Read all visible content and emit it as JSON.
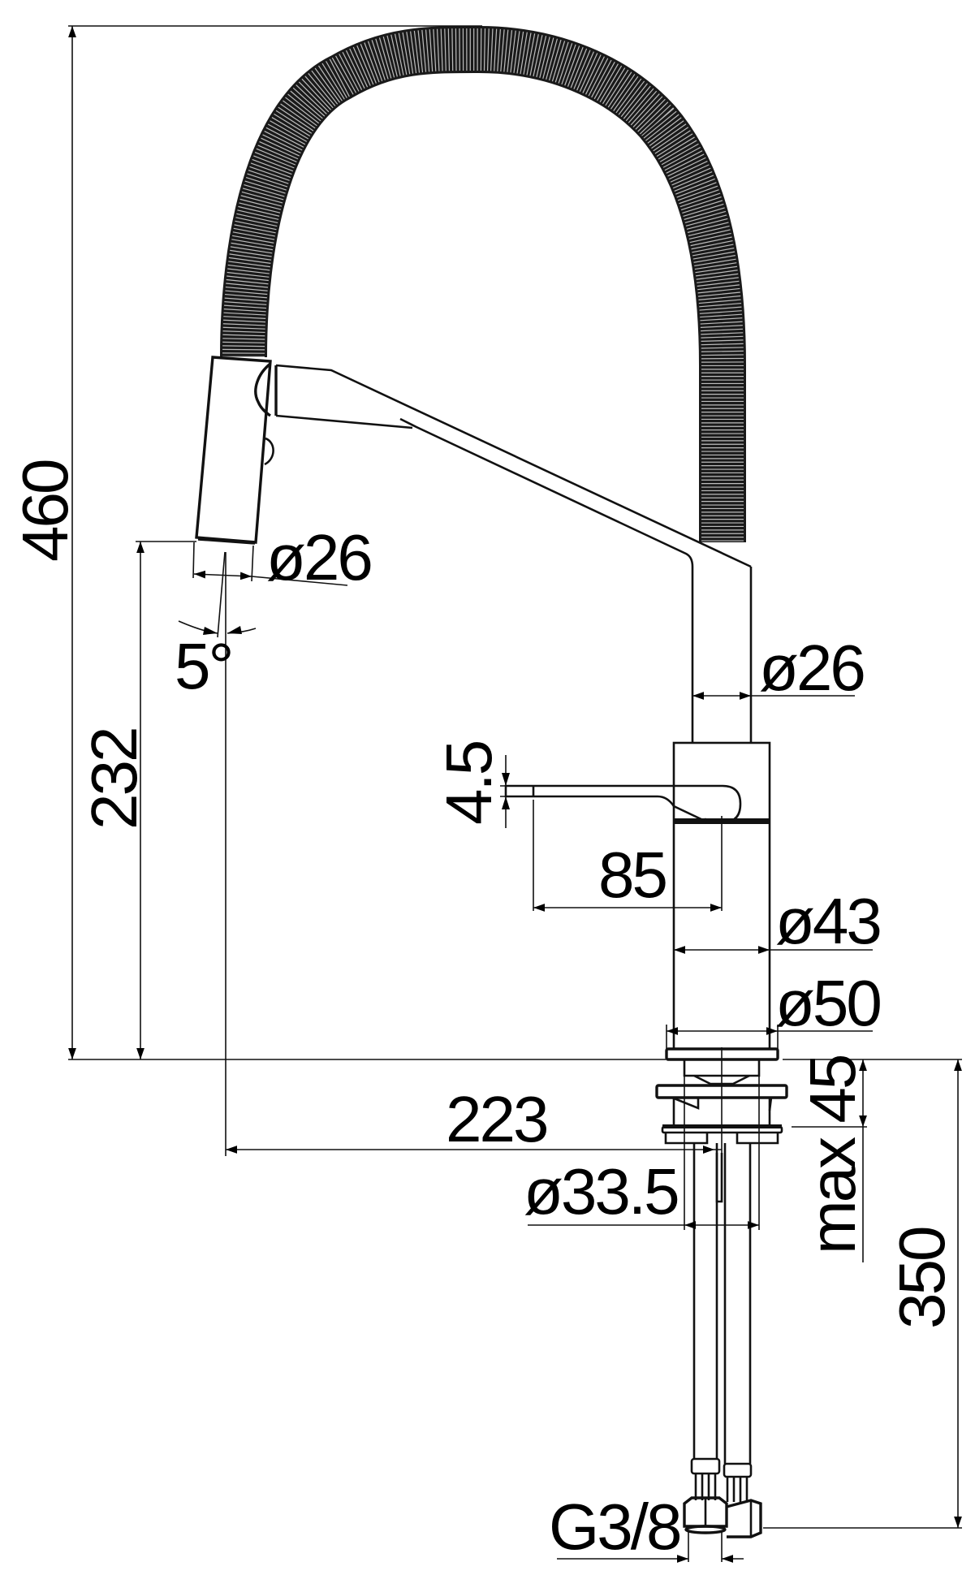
{
  "drawing": {
    "title": "Kitchen mixer with flexible pull-out spout — dimensional drawing",
    "units": "mm",
    "line_color": "#111111",
    "background": "#ffffff"
  },
  "dimensions": {
    "overall_height": "460",
    "spout_height": "232",
    "spout_diameter": "ø26",
    "spout_tilt": "5°",
    "neck_diameter": "ø26",
    "handle_thickness": "4.5",
    "handle_length": "85",
    "body_diameter": "ø43",
    "base_diameter": "ø50",
    "spout_reach": "223",
    "hole_diameter": "ø33.5",
    "max_deck_thickness": "max 45",
    "hose_length": "350",
    "connection_thread": "G3/8"
  }
}
